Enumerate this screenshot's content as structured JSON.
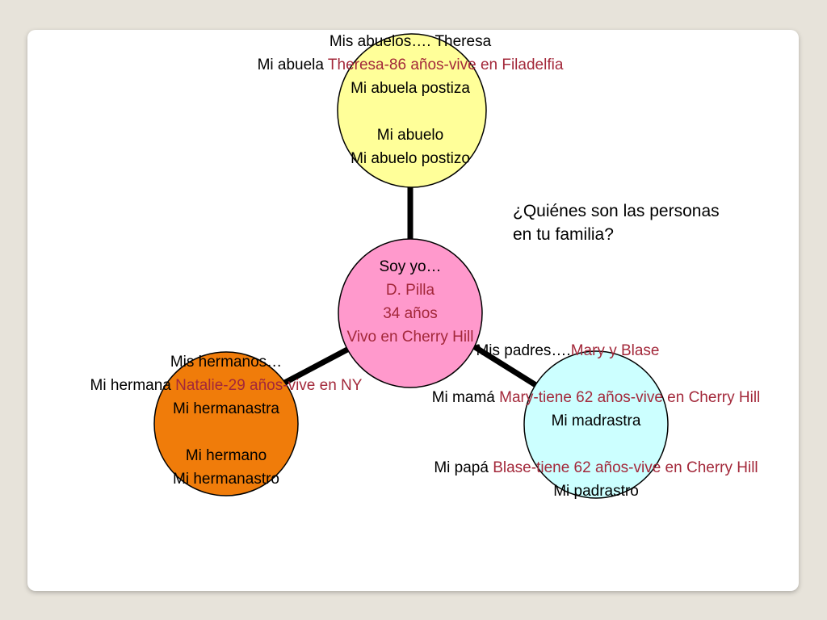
{
  "colors": {
    "abuelos_fill": "#ffff99",
    "yo_fill": "#ff99cc",
    "hermanos_fill": "#f07c0a",
    "padres_fill": "#ccffff",
    "highlight_text": "#a3283a",
    "connector": "#000000"
  },
  "abuelos": {
    "heading_a": "Mis abuelos…. Theresa",
    "abuela_label": "Mi abuela ",
    "abuela_detail": "Theresa-86 años-vive en Filadelfia",
    "abuela_postiza": "Mi abuela postiza",
    "abuelo": "Mi abuelo",
    "abuelo_postizo": "Mi abuelo postizo"
  },
  "question": {
    "line1": "¿Quiénes son las personas",
    "line2": "en tu familia?"
  },
  "yo": {
    "heading": "Soy yo…",
    "name": "D. Pilla",
    "age": "34 años",
    "city": "Vivo en Cherry Hill"
  },
  "hermanos": {
    "heading": "Mis hermanos…",
    "hermana_label": "Mi hermana ",
    "hermana_detail": "Natalie-29 años-vive en NY",
    "hermanastra": "Mi hermanastra",
    "hermano": "Mi hermano",
    "hermanastro": "Mi hermanastro"
  },
  "padres": {
    "heading_label": "Mis padres….",
    "heading_names": "Mary y Blase",
    "mama_label": "Mi mamá ",
    "mama_detail": "Mary-tiene 62 años-vive en Cherry Hill",
    "madrastra": "Mi madrastra",
    "papa_label": "Mi papá ",
    "papa_detail": "Blase-tiene 62 años-vive en Cherry Hill",
    "padrastro": "Mi padrastro"
  }
}
